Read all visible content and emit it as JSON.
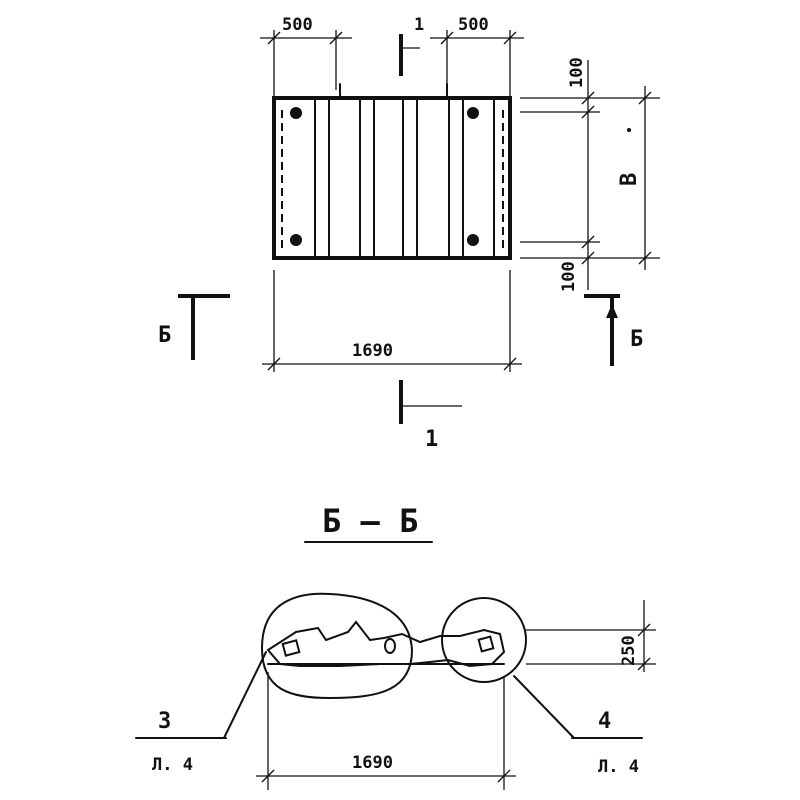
{
  "plan": {
    "dim_left_500": "500",
    "dim_right_500": "500",
    "section_mark_1_top": "1",
    "section_mark_1_bottom": "1",
    "dim_top_100": "100",
    "dim_bottom_100": "100",
    "dim_height_B": "B",
    "dim_width_1690": "1690",
    "section_left_B": "Б",
    "section_right_B": "Б"
  },
  "section": {
    "title": "Б — Б",
    "dim_250": "250",
    "dim_width_1690": "1690",
    "callout_left_num": "3",
    "callout_left_sheet": "Л. 4",
    "callout_right_num": "4",
    "callout_right_sheet": "Л. 4"
  }
}
